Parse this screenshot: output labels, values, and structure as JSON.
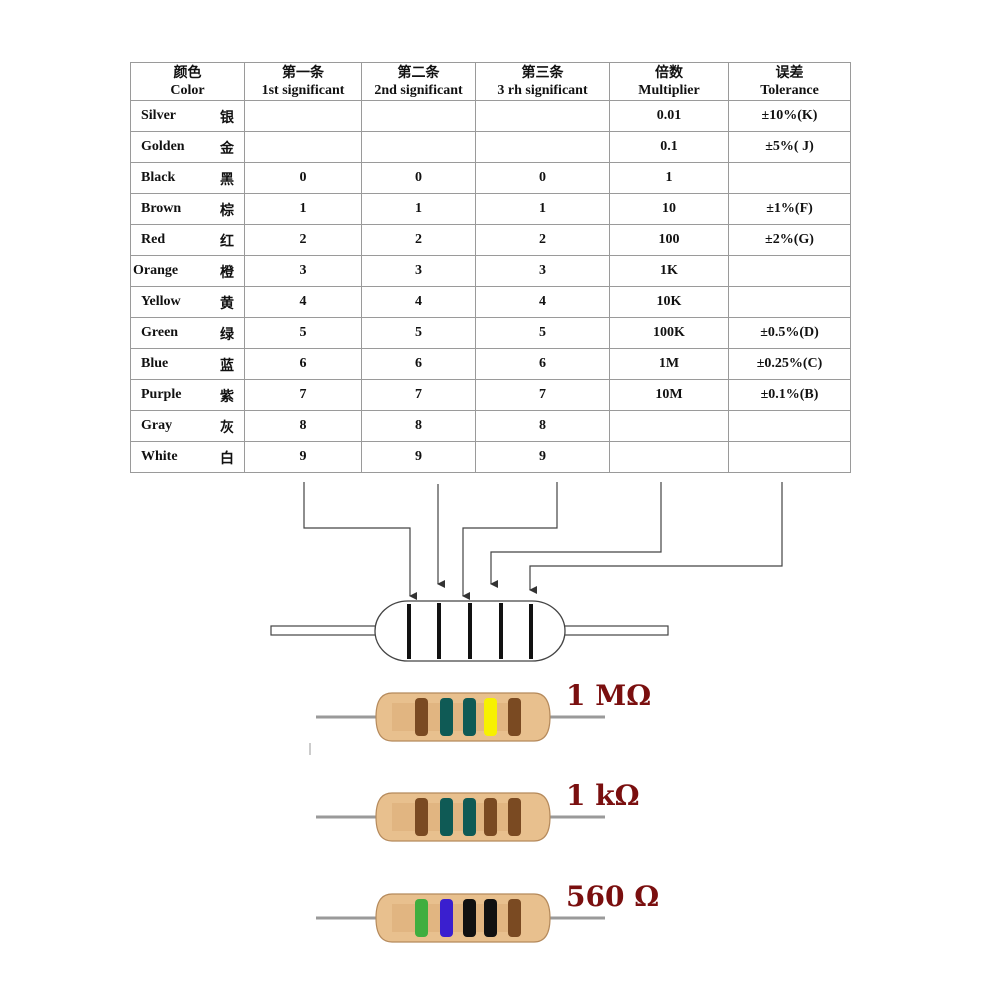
{
  "table": {
    "headers": [
      {
        "zh": "颜色",
        "en": "Color"
      },
      {
        "zh": "第一条",
        "en": "1st significant"
      },
      {
        "zh": "第二条",
        "en": "2nd significant"
      },
      {
        "zh": "第三条",
        "en": "3 rh significant"
      },
      {
        "zh": "倍数",
        "en": "Multiplier"
      },
      {
        "zh": "误差",
        "en": "Tolerance"
      }
    ],
    "rows": [
      {
        "en": "Silver",
        "zh": "银",
        "d1": "",
        "d2": "",
        "d3": "",
        "mult": "0.01",
        "tol": "±10%(K)"
      },
      {
        "en": "Golden",
        "zh": "金",
        "d1": "",
        "d2": "",
        "d3": "",
        "mult": "0.1",
        "tol": "±5%( J)"
      },
      {
        "en": "Black",
        "zh": "黑",
        "d1": "0",
        "d2": "0",
        "d3": "0",
        "mult": "1",
        "tol": ""
      },
      {
        "en": "Brown",
        "zh": "棕",
        "d1": "1",
        "d2": "1",
        "d3": "1",
        "mult": "10",
        "tol": "±1%(F)"
      },
      {
        "en": "Red",
        "zh": "红",
        "d1": "2",
        "d2": "2",
        "d3": "2",
        "mult": "100",
        "tol": "±2%(G)"
      },
      {
        "en": "Orange",
        "zh": "橙",
        "d1": "3",
        "d2": "3",
        "d3": "3",
        "mult": "1K",
        "tol": ""
      },
      {
        "en": "Yellow",
        "zh": "黄",
        "d1": "4",
        "d2": "4",
        "d3": "4",
        "mult": "10K",
        "tol": ""
      },
      {
        "en": "Green",
        "zh": "绿",
        "d1": "5",
        "d2": "5",
        "d3": "5",
        "mult": "100K",
        "tol": "±0.5%(D)"
      },
      {
        "en": "Blue",
        "zh": "蓝",
        "d1": "6",
        "d2": "6",
        "d3": "6",
        "mult": "1M",
        "tol": "±0.25%(C)"
      },
      {
        "en": "Purple",
        "zh": "紫",
        "d1": "7",
        "d2": "7",
        "d3": "7",
        "mult": "10M",
        "tol": "±0.1%(B)"
      },
      {
        "en": "Gray",
        "zh": "灰",
        "d1": "8",
        "d2": "8",
        "d3": "8",
        "mult": "",
        "tol": ""
      },
      {
        "en": "White",
        "zh": "白",
        "d1": "9",
        "d2": "9",
        "d3": "9",
        "mult": "",
        "tol": ""
      }
    ]
  },
  "examples": [
    {
      "label": "1 MΩ",
      "bands": [
        "#7a4a22",
        "#0f5a55",
        "#0f5a55",
        "#f7f100",
        "#7a4a22"
      ]
    },
    {
      "label": "1 kΩ",
      "bands": [
        "#7a4a22",
        "#0f5a55",
        "#0f5a55",
        "#7a4a22",
        "#7a4a22"
      ]
    },
    {
      "label": "560 Ω",
      "bands": [
        "#3fae3f",
        "#3a1fcf",
        "#111111",
        "#111111",
        "#7a4a22"
      ]
    }
  ],
  "colors": {
    "label": "#7a0f0f",
    "body": "#e8c08e",
    "lead": "#9a9a9a",
    "line": "#444444"
  }
}
